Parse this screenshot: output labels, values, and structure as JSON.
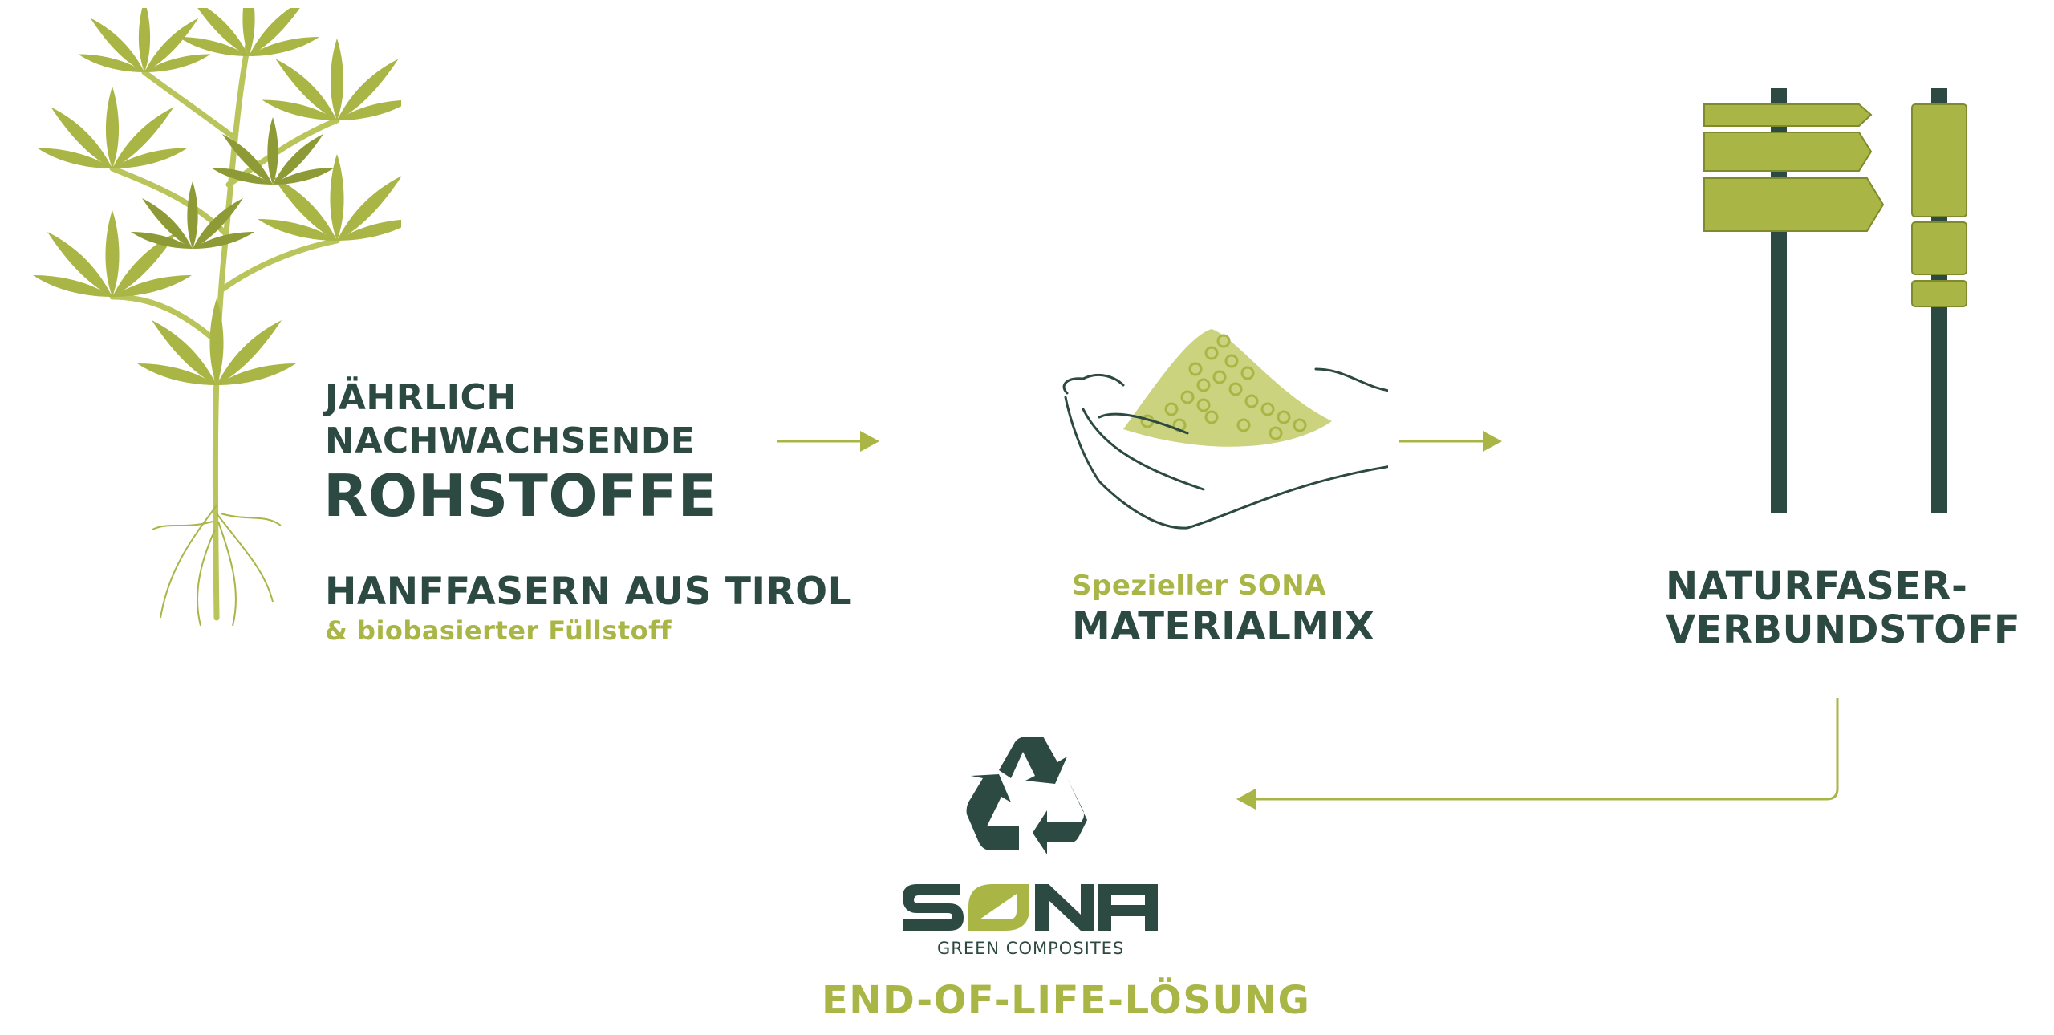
{
  "colors": {
    "dark": "#2c4a42",
    "accent": "#a9b545"
  },
  "step1": {
    "line1": "JÄHRLICH",
    "line2": "NACHWACHSENDE",
    "line3": "ROHSTOFFE",
    "sub_title": "HANFFASERN AUS TIROL",
    "sub_note": "& biobasierter Füllstoff",
    "icon": "hemp-plant-icon"
  },
  "step2": {
    "line1": "Spezieller SONA",
    "line2": "MATERIALMIX",
    "icon": "hand-with-granulate-icon"
  },
  "step3": {
    "line1": "NATURFASER-",
    "line2": "VERBUNDSTOFF",
    "icon": "signposts-icon"
  },
  "step4": {
    "logo_text": "SONA",
    "logo_tagline": "GREEN COMPOSITES",
    "label": "END-OF-LIFE-LÖSUNG",
    "icon": "recycle-icon"
  }
}
